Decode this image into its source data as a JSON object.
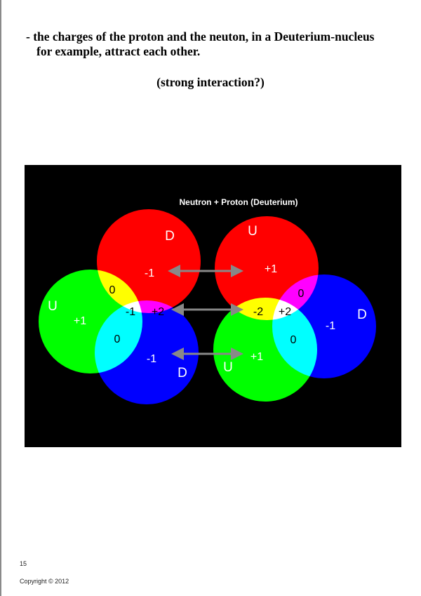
{
  "text": {
    "line1": "- the charges of the  proton and the neuton, in a Deuterium-nucleus",
    "line2": "for  example, attract each other.",
    "line3": "(strong interaction?)"
  },
  "diagram": {
    "title": "Neutron + Proton (Deuterium)",
    "colors": {
      "red": "#ff0000",
      "green": "#00ff00",
      "blue": "#0000ff",
      "arrow": "#888888",
      "background": "#000000"
    },
    "neutron_labels": {
      "red_quark": "D",
      "red_charge": "-1",
      "red_green_overlap": "0",
      "green_quark": "U",
      "green_charge": "+1",
      "center_overlap": "-1",
      "red_blue_overlap": "+2",
      "green_blue_overlap": "0",
      "blue_charge": "-1",
      "blue_quark": "D"
    },
    "proton_labels": {
      "red_quark": "U",
      "red_charge": "+1",
      "red_blue_overlap": "0",
      "red_green_overlap": "-2",
      "center_overlap": "+2",
      "blue_quark": "D",
      "blue_charge": "-1",
      "green_blue_overlap": "0",
      "green_charge": "+1",
      "green_quark": "U"
    }
  },
  "footer": {
    "page_number": "15",
    "copyright": "Copyright © 2012"
  }
}
